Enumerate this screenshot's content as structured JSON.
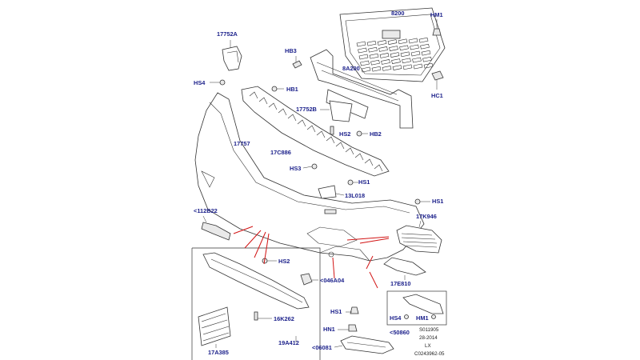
{
  "diagram": {
    "labels": {
      "p8200": "8200",
      "hm1_top": "HM1",
      "p17752a": "17752A",
      "hb3": "HB3",
      "p8a200": "8A200",
      "hs4_top": "HS4",
      "hb1": "HB1",
      "hc1": "HC1",
      "p17752b": "17752B",
      "hs2_mid": "HS2",
      "hb2": "HB2",
      "p17757": "17757",
      "p17c886": "17C886",
      "hs3": "HS3",
      "hs1_mid": "HS1",
      "p13l018": "13L018",
      "hs1_right": "HS1",
      "p112b22": "<112B22",
      "p17k946": "17K946",
      "hs2_low": "HS2",
      "p046a04": "<046A04",
      "p17e810": "17E810",
      "hs1_low": "HS1",
      "hs4_low": "HS4",
      "hm1_low": "HM1",
      "hn1": "HN1",
      "p50860": "<50860",
      "p16k262": "16K262",
      "p06081": "<06081",
      "p17a385": "17A385",
      "p19a412": "19A412"
    },
    "reference": {
      "line1": "S011905",
      "line2": "28-2014",
      "line3": "LX",
      "line4": "C0243962-05"
    }
  }
}
